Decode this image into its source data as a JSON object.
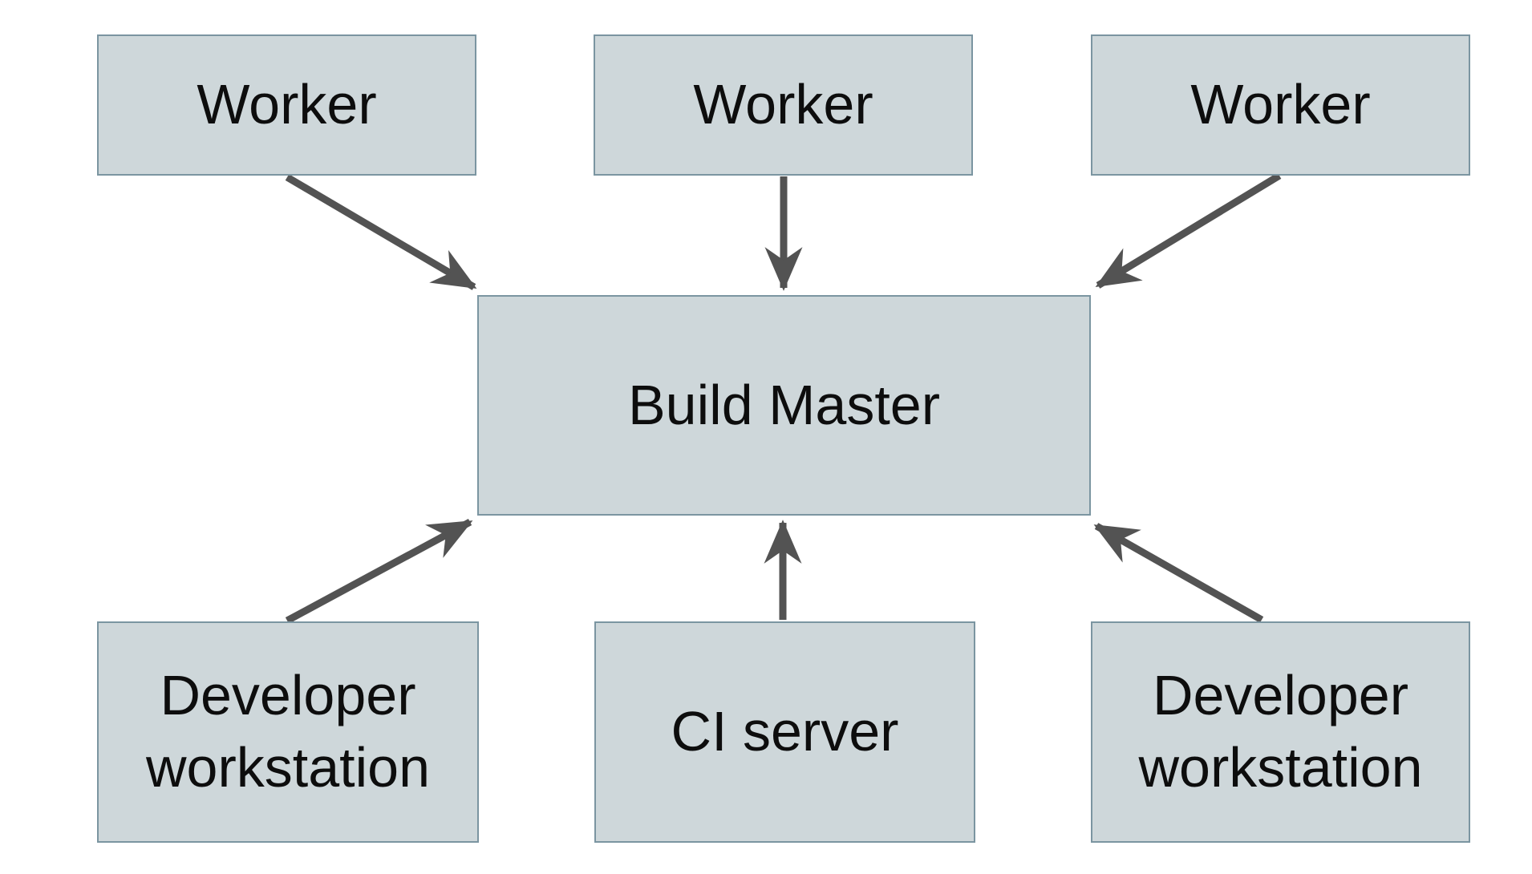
{
  "diagram": {
    "nodes": {
      "worker_1": {
        "label": "Worker"
      },
      "worker_2": {
        "label": "Worker"
      },
      "worker_3": {
        "label": "Worker"
      },
      "build_master": {
        "label": "Build Master"
      },
      "developer_workstation_left": {
        "label": "Developer workstation"
      },
      "ci_server": {
        "label": "CI server"
      },
      "developer_workstation_right": {
        "label": "Developer workstation"
      }
    },
    "edges": [
      {
        "from": "worker_1",
        "to": "build_master"
      },
      {
        "from": "worker_2",
        "to": "build_master"
      },
      {
        "from": "worker_3",
        "to": "build_master"
      },
      {
        "from": "developer_workstation_left",
        "to": "build_master"
      },
      {
        "from": "ci_server",
        "to": "build_master"
      },
      {
        "from": "developer_workstation_right",
        "to": "build_master"
      }
    ],
    "colors": {
      "box_fill": "#ced7da",
      "box_border": "#7b95a1",
      "arrow": "#535353",
      "text": "#0d0d0d",
      "background": "#ffffff"
    }
  }
}
